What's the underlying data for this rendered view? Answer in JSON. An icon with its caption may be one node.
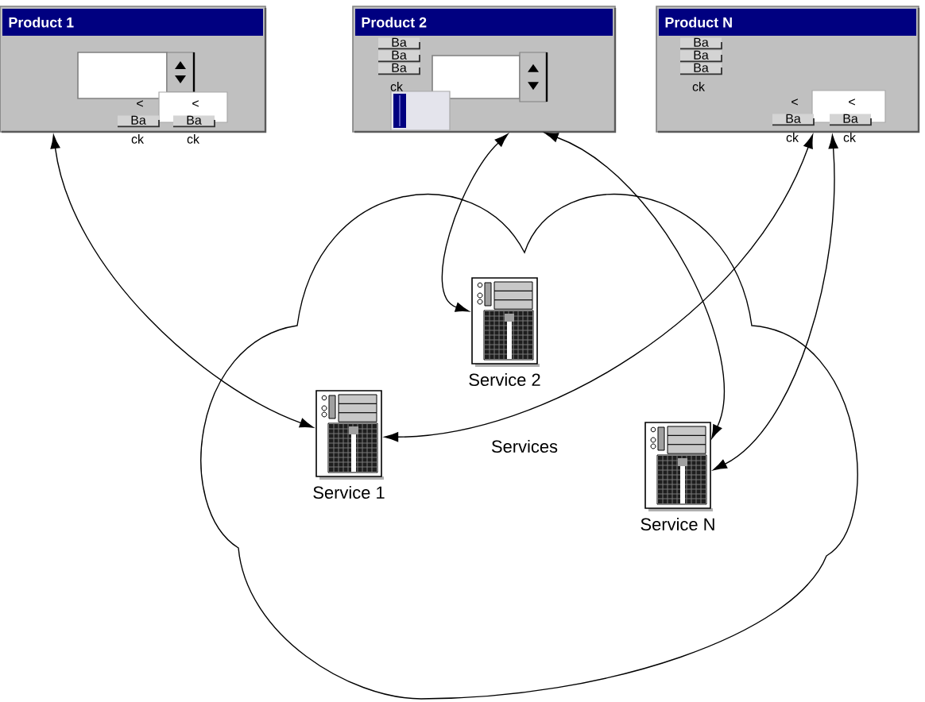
{
  "diagram": {
    "nodes": [
      {
        "text": [
          "Product 1"
        ]
      },
      {
        "text": [
          "Ba"
        ],
        "in": 0,
        "beside": [
          "<",
          "ck"
        ]
      },
      {
        "text": [
          "Ba"
        ],
        "in": 0,
        "beside": [
          "<",
          "ck"
        ]
      },
      {
        "text": [
          "Product 2"
        ]
      },
      {
        "text": [
          "Ba"
        ],
        "in": 3
      },
      {
        "text": [
          "Ba"
        ],
        "in": 3
      },
      {
        "text": [
          "Ba"
        ],
        "in": 3,
        "beside": [
          "ck"
        ]
      },
      {
        "text": [
          "Product N"
        ]
      },
      {
        "text": [
          "Ba"
        ],
        "in": 7
      },
      {
        "text": [
          "Ba"
        ],
        "in": 7
      },
      {
        "text": [
          "Ba"
        ],
        "in": 7,
        "beside": [
          "ck"
        ]
      },
      {
        "text": [
          "Ba"
        ],
        "in": 7,
        "beside": [
          "<",
          "ck"
        ]
      },
      {
        "text": [
          "Ba"
        ],
        "in": 7,
        "beside": [
          "<",
          "ck"
        ]
      },
      {
        "text": [
          "Services"
        ]
      },
      {
        "text": [
          "Service 2"
        ],
        "in": 13
      },
      {
        "text": [
          "Service 1"
        ],
        "in": 13
      },
      {
        "text": [
          "Service N"
        ],
        "in": 13
      }
    ],
    "edges": [
      {
        "from": 0,
        "to": 15,
        "arrow": "both"
      },
      {
        "from": 3,
        "to": 14,
        "arrow": "both"
      },
      {
        "from": 3,
        "to": 16,
        "arrow": "both"
      },
      {
        "from": 7,
        "to": 15,
        "arrow": "both"
      },
      {
        "from": 7,
        "to": 16,
        "arrow": "both"
      }
    ]
  }
}
